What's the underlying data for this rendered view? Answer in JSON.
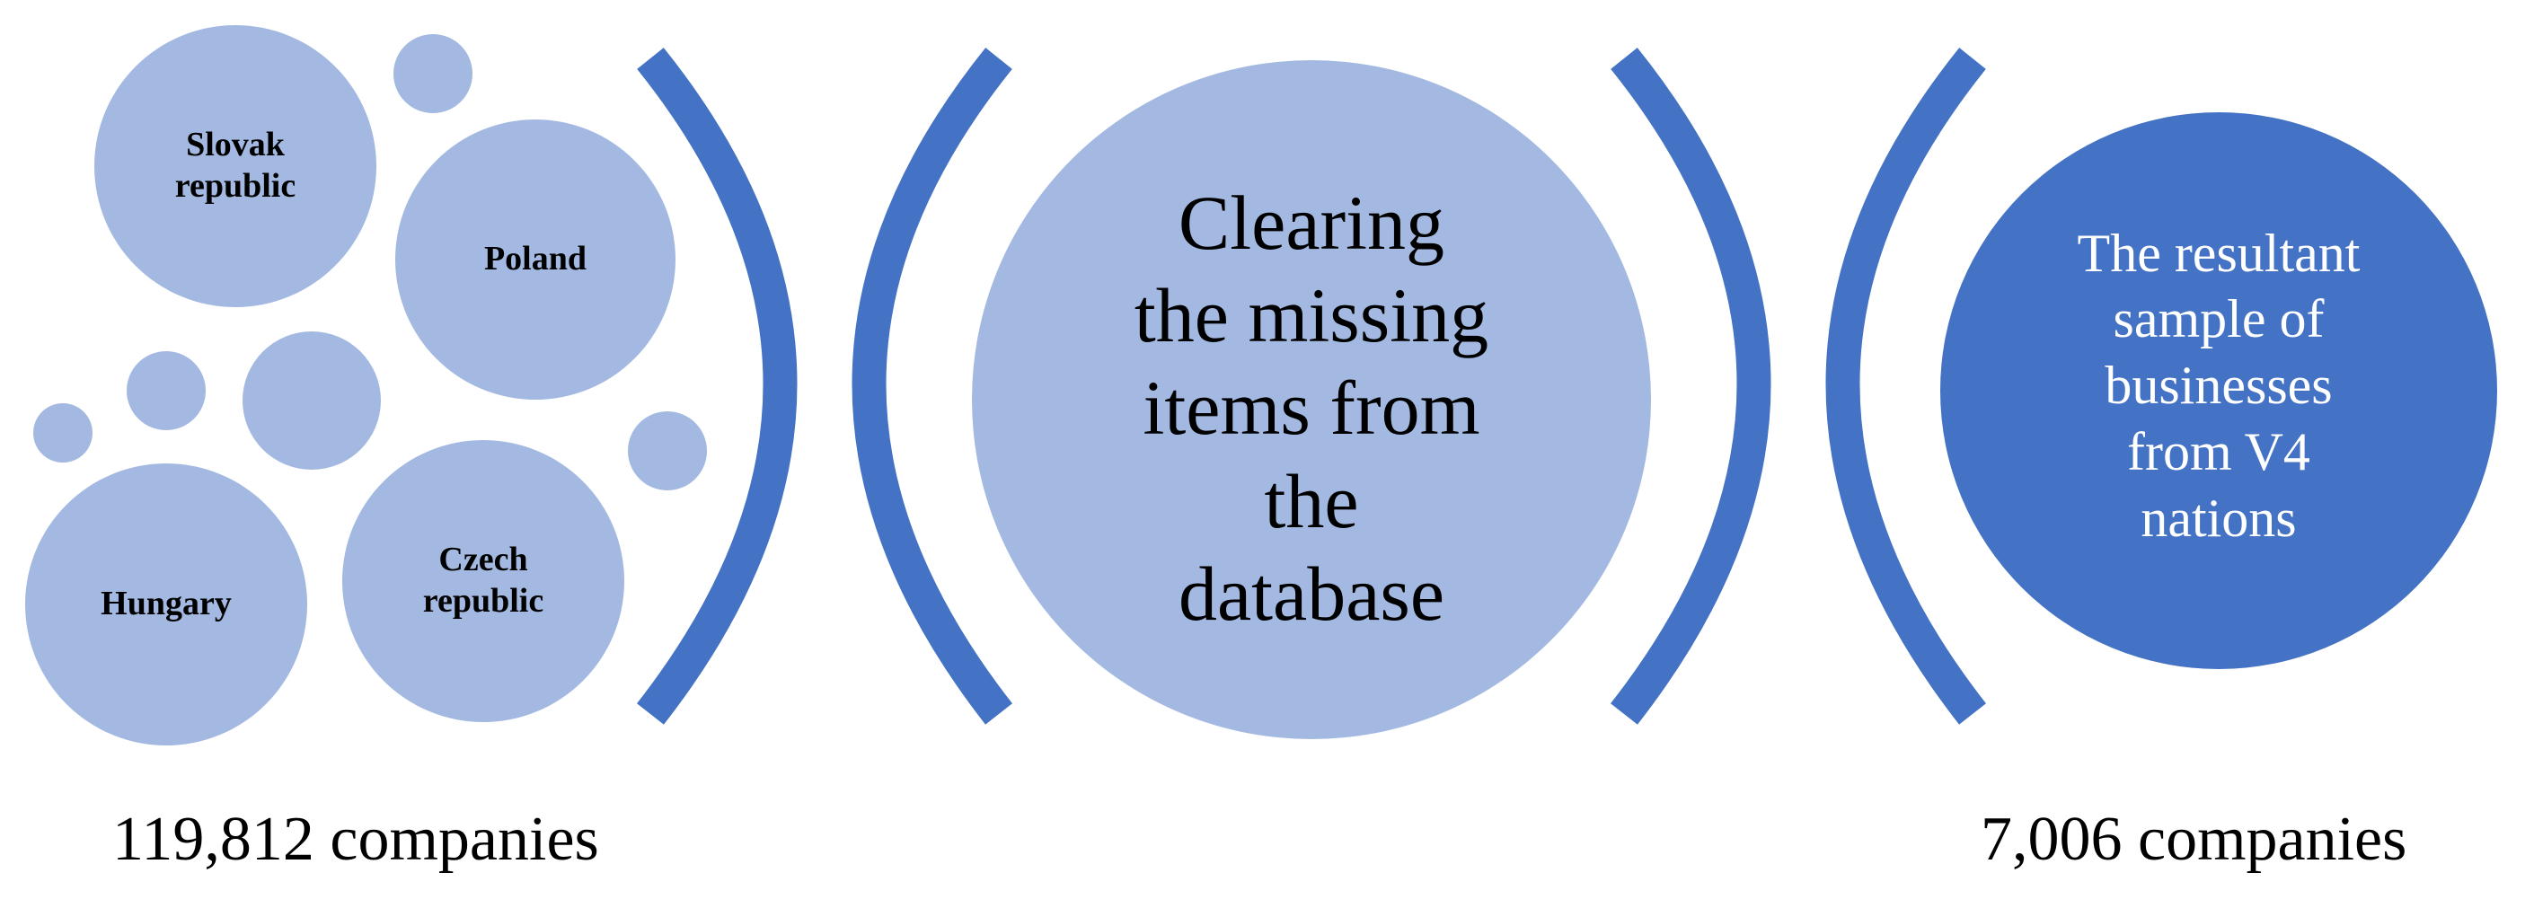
{
  "colors": {
    "light_circle": "#a3b9e1",
    "dark_circle": "#4472c4",
    "bracket": "#4472c4",
    "text_dark": "#000000",
    "text_light": "#ffffff"
  },
  "countries": {
    "slovak": "Slovak\nrepublic",
    "poland": "Poland",
    "hungary": "Hungary",
    "czech": "Czech\nrepublic"
  },
  "center_label": "Clearing\nthe missing\nitems from\nthe\ndatabase",
  "result_label": "The resultant\nsample of\nbusinesses\nfrom V4\nnations",
  "counts": {
    "start": "119,812 companies",
    "end": "7,006 companies"
  }
}
